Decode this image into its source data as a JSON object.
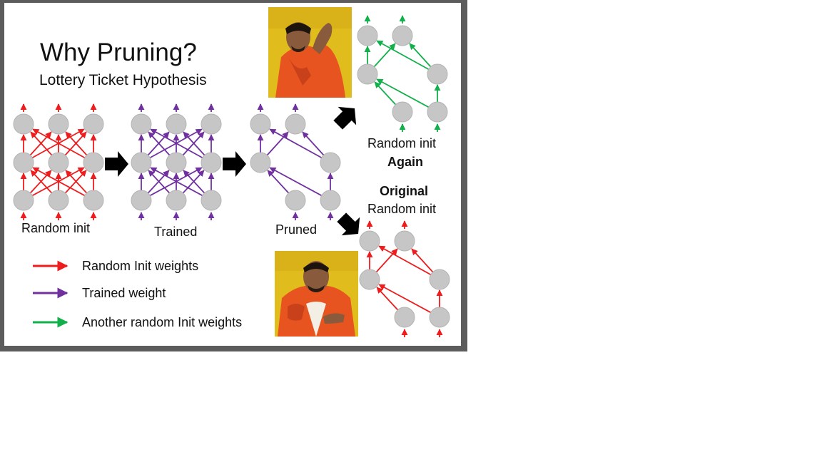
{
  "slide": {
    "title": "Why Pruning?",
    "subtitle": "Lottery Ticket Hypothesis"
  },
  "networks": {
    "random_init": {
      "label": "Random init",
      "edge_color": "#ee1c1c"
    },
    "trained": {
      "label": "Trained",
      "edge_color": "#7030a0"
    },
    "pruned": {
      "label": "Pruned",
      "edge_color": "#7030a0"
    },
    "random_init_again": {
      "label_line1": "Random init",
      "label_line2": "Again",
      "edge_color": "#12b04a"
    },
    "original_random_init": {
      "label_line1": "Original",
      "label_line2": "Random init",
      "edge_color": "#ee1c1c"
    }
  },
  "legend": {
    "items": [
      {
        "label": "Random Init weights",
        "color": "#ee1c1c"
      },
      {
        "label": "Trained weight",
        "color": "#7030a0"
      },
      {
        "label": "Another random Init weights",
        "color": "#12b04a"
      }
    ]
  },
  "memes": {
    "top": {
      "meaning": "disapproval"
    },
    "bottom": {
      "meaning": "approval"
    }
  },
  "colors": {
    "node_fill": "#c6c6c6",
    "node_stroke": "#b3b3b3",
    "arrow_black": "#000000",
    "meme_yellow": "#e0bd1c",
    "jacket_orange": "#e8541f"
  }
}
